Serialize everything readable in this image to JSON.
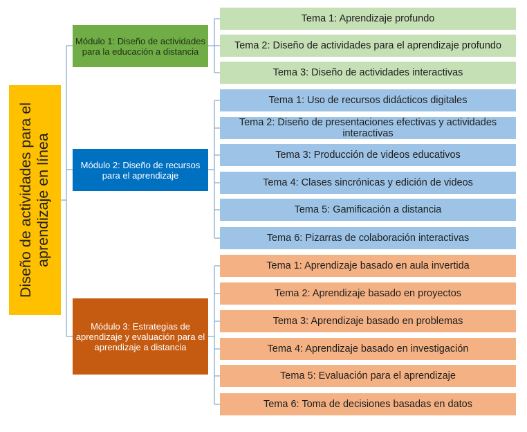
{
  "root": {
    "label_line1": "Diseño de actividades para el",
    "label_line2": "aprendizaje en línea"
  },
  "modules": [
    {
      "label": "Módulo 1: Diseño de actividades para la educación a distancia",
      "topics": [
        "Tema 1: Aprendizaje profundo",
        "Tema 2: Diseño de actividades para el aprendizaje profundo",
        "Tema 3: Diseño de actividades interactivas"
      ]
    },
    {
      "label": "Módulo 2: Diseño de recursos para el aprendizaje",
      "topics": [
        "Tema 1: Uso de recursos didácticos digitales",
        "Tema 2: Diseño de presentaciones efectivas y actividades interactivas",
        "Tema 3: Producción de videos educativos",
        "Tema 4: Clases sincrónicas y edición de videos",
        "Tema 5: Gamificación a distancia",
        "Tema 6: Pizarras de colaboración interactivas"
      ]
    },
    {
      "label": "Módulo 3: Estrategias de aprendizaje y evaluación para el aprendizaje a distancia",
      "topics": [
        "Tema 1: Aprendizaje basado en aula invertida",
        "Tema 2: Aprendizaje basado en proyectos",
        "Tema 3: Aprendizaje basado en problemas",
        "Tema 4: Aprendizaje basado en investigación",
        "Tema 5: Evaluación para el aprendizaje",
        "Tema 6: Toma de decisiones basadas en datos"
      ]
    }
  ],
  "colors": {
    "root": "#ffc000",
    "module1": "#70ad47",
    "module1_topics": "#c5e0b4",
    "module2": "#0070c0",
    "module2_topics": "#9dc3e6",
    "module3": "#c55a11",
    "module3_topics": "#f4b183",
    "connector": "#8aaecc"
  }
}
